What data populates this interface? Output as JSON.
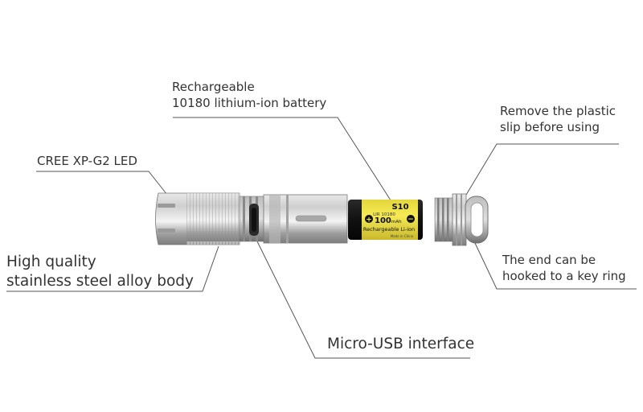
{
  "callouts": {
    "battery": {
      "line1": "Rechargeable",
      "line2": "10180 lithium-ion battery"
    },
    "led": {
      "text": "CREE XP-G2 LED"
    },
    "body": {
      "line1": "High quality",
      "line2": "stainless steel alloy body"
    },
    "usb": {
      "text": "Micro-USB interface"
    },
    "slip": {
      "line1": "Remove the plastic",
      "line2": "slip before using"
    },
    "ring": {
      "line1": "The end can be",
      "line2": "hooked to a key ring"
    }
  },
  "battery_label": {
    "model": "S10",
    "type": "LIR 10180",
    "capacity_value": "100",
    "capacity_unit": "mAh",
    "chemistry": "Rechargeable Li-ion",
    "origin": "Made in China"
  },
  "colors": {
    "steel_light": "#dcdcdc",
    "steel_dark": "#8f8f8f",
    "battery_yellow": "#f2e64a",
    "battery_black": "#161616",
    "leader_line": "#555555"
  },
  "icons": {
    "plus": "+",
    "minus": "−"
  }
}
